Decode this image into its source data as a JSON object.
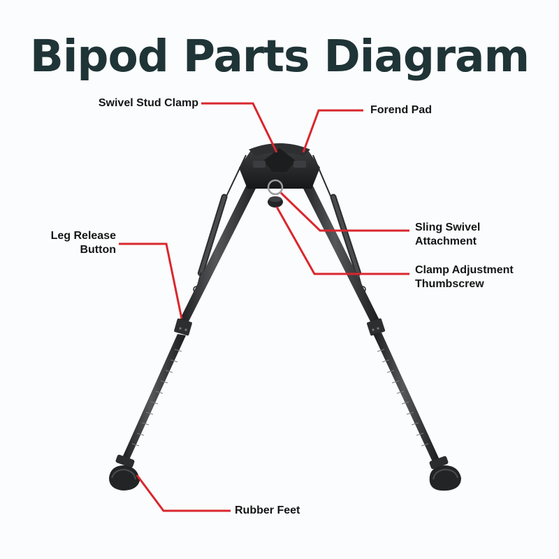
{
  "title": "Bipod Parts Diagram",
  "colors": {
    "title": "#1f3437",
    "leader": "#d9272e",
    "label": "#151515",
    "metal": "#2b2c2e",
    "background": "#fbfcfd"
  },
  "callouts": {
    "swivel_stud_clamp": {
      "lines": [
        "Swivel Stud Clamp"
      ]
    },
    "forend_pad": {
      "lines": [
        "Forend Pad"
      ]
    },
    "leg_release_button": {
      "lines": [
        "Leg Release",
        "Button"
      ]
    },
    "sling_swivel_attachment": {
      "lines": [
        "Sling Swivel",
        "Attachment"
      ]
    },
    "clamp_adjustment_thumbscrew": {
      "lines": [
        "Clamp Adjustment",
        "Thumbscrew"
      ]
    },
    "rubber_feet": {
      "lines": [
        "Rubber Feet"
      ]
    }
  }
}
